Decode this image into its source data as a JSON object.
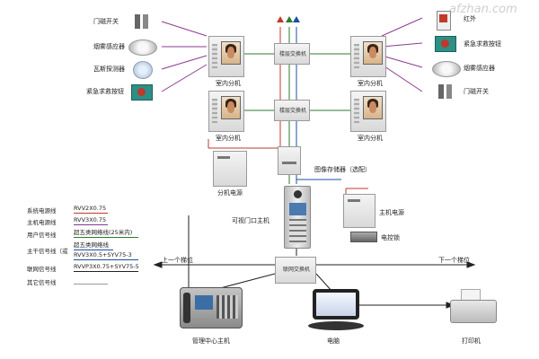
{
  "watermark": "afzhan.com",
  "left_devices": [
    "门磁开关",
    "烟雾感应器",
    "瓦斯探测器",
    "紧急求救按钮"
  ],
  "right_devices": [
    "红外",
    "紧急求救按钮",
    "烟雾感应器",
    "门磁开关"
  ],
  "indoor_unit_label": "室内分机",
  "switch_box_label": "楼层交换机",
  "storage_label": "图像存储器（选配）",
  "power_left_label": "分机电源",
  "power_right_label": "主机电源",
  "door_unit_label": "可视门口主机",
  "lock_label": "电控锁",
  "network_switch_label": "联网交换机",
  "prev_floor_label": "上一个梯位",
  "next_floor_label": "下一个梯位",
  "management_label": "管理中心主机",
  "computer_label": "电脑",
  "printer_label": "打印机",
  "legend": [
    {
      "name": "系统电源线",
      "spec": "RVV2X0.75",
      "color": "#c0392b"
    },
    {
      "name": "主机电源线",
      "spec": "RVV3X0.75",
      "color": "#7f3b8f"
    },
    {
      "name": "用户信号线",
      "spec": "超五类网络线(25米内)",
      "color": "#2d7a2d"
    },
    {
      "name": "主干信号线（或",
      "spec": "超五类网络线",
      "spec2": "RVV3X0.5+SYV75-3",
      "color": "#1a4fa0"
    },
    {
      "name": "联网信号线",
      "spec": "RVVP3X0.75+SYV75-5",
      "color": "#222222"
    },
    {
      "name": "其它信号线",
      "spec": "",
      "color": "#999999"
    }
  ]
}
